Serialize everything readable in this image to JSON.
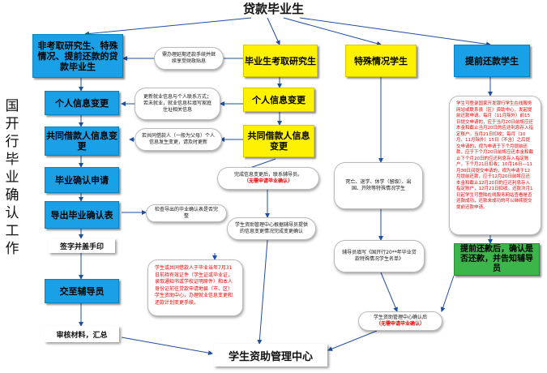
{
  "title": "贷款毕业生",
  "side_label": "国开行毕业确认工作",
  "columns": {
    "left": {
      "header": "非考取研究生、特殊情况、提前还款的贷款毕业生",
      "steps": [
        "个人信息变更",
        "共同借款人信息变更",
        "毕业确认申请",
        "导出毕业确认表",
        "签字并盖手印",
        "交至辅导员",
        "审核材料，汇总"
      ]
    },
    "grad": {
      "header": "毕业生考取研究生",
      "steps": [
        "个人信息变更",
        "共同借款人信息变更"
      ]
    },
    "special": {
      "header": "特殊情况学生"
    },
    "early": {
      "header": "提前还款学生",
      "result": "提前还款后，确认是否还款，并告知辅导员"
    }
  },
  "notes": {
    "defer": "需办理延期还款手续并继续享受财政贴息",
    "update_info": "更新就业信息与个人联系方式；若未就业，就业信息栏填写家庭住址相关信息",
    "coborrower": "若共同借款人（一般为父母）个人信息发生变更，请及时更新",
    "check_export": "检查导出的毕业确认表是否完整",
    "after_update": "完成信息变更后，联系辅导员。",
    "after_update_red": "（无需申请毕业确认）",
    "center_feedback": "学生资助管理中心根据辅导员提供的信息变更情况完成变更确认",
    "special_cases": "死亡、退学、休学（留级）、出国、开除等特殊情况学生",
    "counselor_fill": "辅导员填写《国开行20**年毕业贷款特殊情况学生名单》",
    "center_confirm": "学生资助管理中心确认后",
    "center_confirm_red": "（无需申请毕业确认）",
    "coborrower_deadline": "学生或共同借款人于毕业当年7月31日前持有效证件（学生证或毕业证，录取通知书或学校证明原件）和本人身份证前往贷款申请地县（市、区）学生资助中心，办理就业信息变更和还款计划变更手续。",
    "early_repay": "学生可登录国家开发银行学生在线服务网站或联系县（区）资助中心，发起提前还款申请。每月（11月除外）前15日提交申请的，应于当月20日前将应还本金和截止当月20日的应还利息存入指定账户。当月21日扣收；每月（10月、11月除外）15日（不含）之后提交申请的，视为申请于下个月提前还款，应于下个月20日前将应还本金和截止下个月20日的应还利息存入指定账户，下个月21日扣收；10月16日—11月30日间提交申请的，视为申请于12月提前还款，应于12月20日前将应还本金和截止12月20日的应还利息存入指定账户，12月21日扣收。还款次月1日起学生可登陆在线服务网站查看是否还款成功，还款未成功的可以继续提交提前还款申请。"
  },
  "destination": "学生资助管理中心",
  "colors": {
    "blue": "#1aa0e6",
    "yellow": "#fff200",
    "green": "#3cb54a",
    "red": "#e00000"
  }
}
